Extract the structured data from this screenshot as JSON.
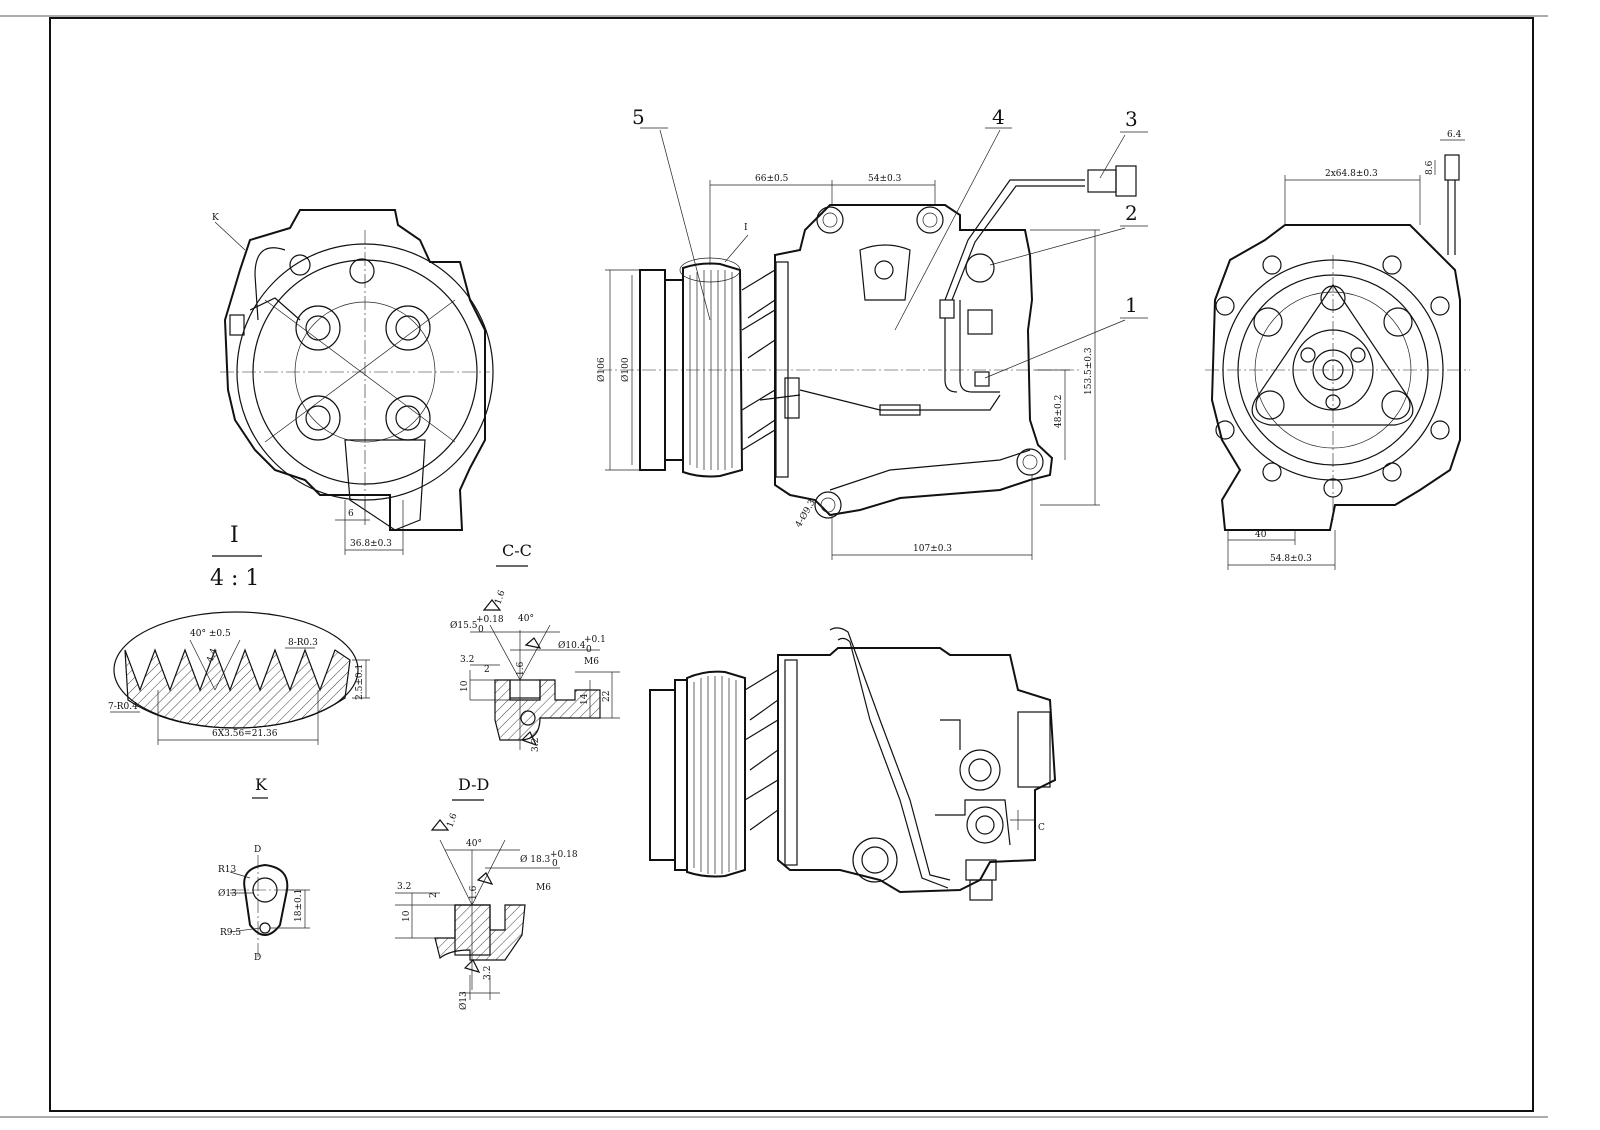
{
  "callouts": [
    "1",
    "2",
    "3",
    "4",
    "5"
  ],
  "section_titles": {
    "detail_I": "I",
    "scale": "4 : 1",
    "section_CC": "C-C",
    "view_K": "K",
    "section_DD": "D-D"
  },
  "dimensions": {
    "front_top_a": "66±0.5",
    "front_top_b": "54±0.3",
    "front_detail_ref": "I",
    "pulley_d1": "Ø106",
    "pulley_d2": "Ø100",
    "height_total": "153.5±0.3",
    "height_b": "48±0.2",
    "mount_hole": "4-Ø9.3",
    "front_bottom": "107±0.3",
    "left_view_label": "K",
    "left_small": "6",
    "left_bottom": "36.8±0.3",
    "right_top": "2x64.8±0.3",
    "right_conn_w": "6.4",
    "right_conn_h": "8.6",
    "right_small": "40",
    "right_bottom": "54.8±0.3",
    "groove_angle": "40° ±0.5",
    "groove_small": "4.4",
    "groove_r_top": "8-R0.3",
    "groove_r_bottom": "7-R0.4",
    "groove_depth": "2.5±0.1",
    "groove_pitch": "6X3.56=21.36",
    "cc_rough1": "1.6",
    "cc_d155": "Ø15.5",
    "cc_tol1": "+0.18",
    "cc_tol0": "0",
    "cc_angle": "40°",
    "cc_d": "Ø10.4",
    "cc_tol2": "+0.1",
    "cc_tol3": "0",
    "cc_m6": "M6",
    "cc_r32": "3.2",
    "cc_2": "2",
    "cc_10": "10",
    "cc_16": "1.6",
    "cc_14": "14",
    "cc_22": "22",
    "cc_32b": "3.2",
    "k_r13": "R13",
    "k_d13": "Ø13",
    "k_r95": "R9.5",
    "k_18": "18±0.1",
    "k_D1": "D",
    "k_D2": "D",
    "dd_rough1": "1.6",
    "dd_angle": "40°",
    "dd_d183": "Ø 18.3",
    "dd_tol1": "+0.18",
    "dd_tol0": "0",
    "dd_r32": "3.2",
    "dd_2": "2",
    "dd_16": "1.6",
    "dd_m6": "M6",
    "dd_10": "10",
    "dd_32b": "3.2",
    "dd_d13": "Ø13",
    "bottom_c": "C"
  }
}
